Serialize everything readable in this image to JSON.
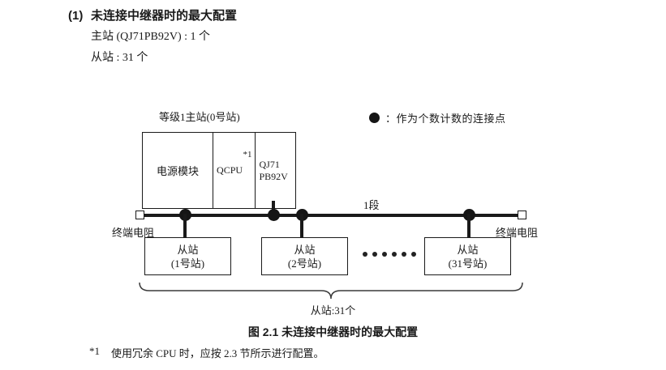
{
  "heading": {
    "number": "(1)",
    "title": "未连接中继器时的最大配置",
    "spec_master": "主站 (QJ71PB92V) : 1 个",
    "spec_slave": "从站 : 31 个"
  },
  "legend": {
    "marker_icon": "filled-circle-icon",
    "text": "：作为个数计数的连接点"
  },
  "diagram": {
    "master": {
      "caption": "等级1主站(0号站)",
      "modules": [
        {
          "label": "电源模块",
          "note": ""
        },
        {
          "label": "QCPU",
          "note": "*1"
        },
        {
          "label": "QJ71\nPB92V",
          "label_line1": "QJ71",
          "label_line2": "PB92V",
          "note": ""
        }
      ]
    },
    "bus": {
      "segment_label": "1段",
      "terminator_left": "终端电阻",
      "terminator_right": "终端电阻",
      "connection_dots": 4
    },
    "slaves": [
      {
        "line1": "从站",
        "line2": "(1号站)"
      },
      {
        "line1": "从站",
        "line2": "(2号站)"
      },
      {
        "line1": "从站",
        "line2": "(31号站)"
      }
    ],
    "ellipsis_count": 6,
    "brace_label": "从站:31个"
  },
  "figure_caption": "图 2.1  未连接中继器时的最大配置",
  "footnote": {
    "marker": "*1",
    "text": "使用冗余 CPU 时，应按 2.3 节所示进行配置。"
  },
  "colors": {
    "ink": "#1a1a1a",
    "paper": "#ffffff",
    "node": "#151515"
  }
}
